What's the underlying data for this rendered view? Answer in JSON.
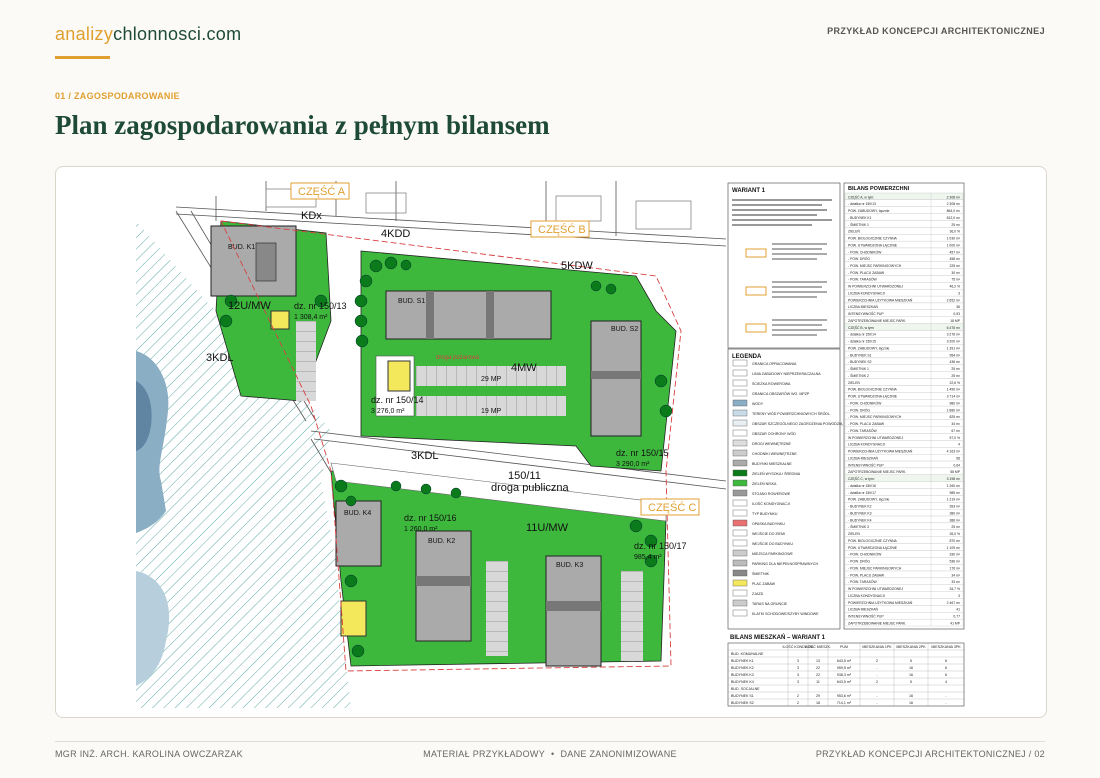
{
  "brand": {
    "part1": "analizy",
    "part2": "chlonnosci.com"
  },
  "header": {
    "right_label": "PRZYKŁAD KONCEPCJI ARCHITEKTONICZNEJ"
  },
  "section": {
    "label": "01 / ZAGOSPODAROWANIE"
  },
  "page": {
    "title": "Plan zagospodarowania z pełnym bilansem"
  },
  "plan": {
    "parts": {
      "a": "CZĘŚĆ A",
      "b": "CZĘŚĆ B",
      "c": "CZĘŚĆ C"
    },
    "roads": {
      "kdx": "KDx",
      "kdd": "4KDD",
      "kdw": "5KDW",
      "kdl_left": "3KDL",
      "kdl_mid": "3KDL",
      "mw12": "12U/MW",
      "mw4": "4MW",
      "mw11": "11U/MW",
      "public_road_num": "150/11",
      "public_road": "droga publiczna",
      "internal_road": "droga pożarowa"
    },
    "plots": {
      "p1": "dz. nr 150/13",
      "p1_area": "1 308,4 m²",
      "p2": "dz. nr 150/14",
      "p2_area": "3 276,0 m²",
      "p3": "dz. nr 150/15",
      "p3_area": "3 290,0 m²",
      "p4": "dz. nr 150/16",
      "p4_area": "1 260,0 m²",
      "p5": "dz. nr 150/17",
      "p5_area": "985,4 m²"
    },
    "buildings": {
      "k1": "BUD. K1",
      "s1": "BUD. S1",
      "s2": "BUD. S2",
      "k4": "BUD. K4",
      "k2": "BUD. K2",
      "k3": "BUD. K3"
    },
    "parking": {
      "p1": "29 MP",
      "p2": "19 MP"
    },
    "variant_title": "WARIANT 1",
    "legend_title": "LEGENDA",
    "legend_items": [
      "GRANICA OPRACOWANIA",
      "LINIA ZABUDOWY NIEPRZEKRACZALNA",
      "ŚCIEŻKA ROWEROWA",
      "GRANICA OBSZARÓW WG. MPZP",
      "WODY",
      "TERENY WÓD POWIERZCHNIOWYCH ŚRÓDL.",
      "OBSZAR SZCZEGÓLNEGO ZAGROŻENIA POWODZIĄ",
      "OBSZAR OCHRONY WÓD",
      "DROGI WEWNĘTRZNE",
      "CHODNIKI WEWNĘTRZNE",
      "BUDYNKI MIESZKALNE",
      "ZIELEŃ WYSOKA I ŚREDNIA",
      "ZIELEŃ NISKA",
      "STOJAKI ROWEROWE",
      "ILOŚĆ KONDYGNACJI",
      "TYP BUDYNKU",
      "OPASKA BUDYNKU",
      "WEJŚCIE DO ZIEMI",
      "WEJŚCIE DO BUDYNKU",
      "MIEJSCA PARKINGOWE",
      "PARKING DLA NIEPEŁNOSPRAWNYCH",
      "ŚMIETNIK",
      "PLAC ZABAW",
      "ZJAZD",
      "TARAS NA GRUNCIE",
      "KLATKI SCHODOWE/SZYBY WINDOWE"
    ],
    "balance_title": "BILANS POWIERZCHNI",
    "balance_rows": [
      [
        "CZĘŚĆ A, w tym:",
        "2 308 m²"
      ],
      [
        "- działka nr 150/13",
        "2 308 m²"
      ],
      [
        "POW. ZABUDOWY, łącznie",
        "864,0 m²"
      ],
      [
        "- BUDYNEK K1",
        "812,0 m²"
      ],
      [
        "- ŚMIETNIK 1",
        "25 m²"
      ],
      [
        "ZIELEŃ",
        "36,0 %"
      ],
      [
        "POW. BIOLOGICZNIE CZYNNA",
        "1 030 m²"
      ],
      [
        "POW. UTWARDZONA ŁĄCZNIE",
        "1 000 m²"
      ],
      [
        "- POW. CHODNIKÓW",
        "457 m²"
      ],
      [
        "- POW. DRÓG",
        "458 m²"
      ],
      [
        "- POW. MIEJSC PARKINGOWYCH",
        "225 m²"
      ],
      [
        "- POW. PLACU ZABAW",
        "30 m²"
      ],
      [
        "- POW. TARASÓW",
        "75 m²"
      ],
      [
        "W POWIERZCHNI UTWARDZONEJ",
        "46,2 %"
      ],
      [
        "LICZBA KONDYGNACJI",
        "3"
      ],
      [
        "POWIERZCHNIA UŻYTKOWA MIESZKAŃ",
        "2 652 m²"
      ],
      [
        "LICZBA MIESZKAŃ",
        "36"
      ],
      [
        "INTENSYWNOŚĆ PUP",
        "0,93"
      ],
      [
        "ZAPOTRZEBOWANIE MIEJSC PARK.",
        "18 MP"
      ],
      [
        "CZĘŚĆ B, w tym:",
        "6 476 m²"
      ],
      [
        "- działka nr 150/14",
        "3 276 m²"
      ],
      [
        "- działka nr 150/15",
        "3 200 m²"
      ],
      [
        "POW. ZABUDOWY, łącznie",
        "1 391 m²"
      ],
      [
        "- BUDYNEK S1",
        "954 m²"
      ],
      [
        "- BUDYNEK S2",
        "436 m²"
      ],
      [
        "- ŚMIETNIK 1",
        "25 m²"
      ],
      [
        "- ŚMIETNIK 2",
        "25 m²"
      ],
      [
        "ZIELEŃ",
        "22,6 %"
      ],
      [
        "POW. BIOLOGICZNIE CZYNNA",
        "1 490 m²"
      ],
      [
        "POW. UTWARDZONA ŁĄCZNIE",
        "3 714 m²"
      ],
      [
        "- POW. CHODNIKÓW",
        "980 m²"
      ],
      [
        "- POW. DRÓG",
        "1 880 m²"
      ],
      [
        "- POW. MIEJSC PARKINGOWYCH",
        "825 m²"
      ],
      [
        "- POW. PLACU ZABAW",
        "34 m²"
      ],
      [
        "- POW. TARASÓW",
        "67 m²"
      ],
      [
        "W POWIERZCHNI UTWARDZONEJ",
        "57,0 %"
      ],
      [
        "LICZBA KONDYGNACJI",
        "4"
      ],
      [
        "POWIERZCHNIA UŻYTKOWA MIESZKAŃ",
        "4 163 m²"
      ],
      [
        "LICZBA MIESZKAŃ",
        "58"
      ],
      [
        "INTENSYWNOŚĆ PUP",
        "0,64"
      ],
      [
        "ZAPOTRZEBOWANIE MIEJSC PARK.",
        "58 MP"
      ],
      [
        "CZĘŚĆ C, w tym:",
        "3 198 m²"
      ],
      [
        "- działka nr 150/16",
        "1 260 m²"
      ],
      [
        "- działka nr 150/17",
        "985 m²"
      ],
      [
        "POW. ZABUDOWY, łącznie",
        "1 219 m²"
      ],
      [
        "- BUDYNEK K2",
        "393 m²"
      ],
      [
        "- BUDYNEK K3",
        "380 m²"
      ],
      [
        "- BUDYNEK K4",
        "386 m²"
      ],
      [
        "- ŚMIETNIK 3",
        "25 m²"
      ],
      [
        "ZIELEŃ",
        "26,0 %"
      ],
      [
        "POW. BIOLOGICZNIE CZYNNA",
        "870 m²"
      ],
      [
        "POW. UTWARDZONA ŁĄCZNIE",
        "1 109 m²"
      ],
      [
        "- POW. CHODNIKÓW",
        "330 m²"
      ],
      [
        "- POW. DRÓG",
        "536 m²"
      ],
      [
        "- POW. MIEJSC PARKINGOWYCH",
        "176 m²"
      ],
      [
        "- POW. PLACU ZABAW",
        "34 m²"
      ],
      [
        "- POW. TARASÓW",
        "33 m²"
      ],
      [
        "W POWIERZCHNI UTWARDZONEJ",
        "34,7 %"
      ],
      [
        "LICZBA KONDYGNACJI",
        "3"
      ],
      [
        "POWIERZCHNIA UŻYTKOWA MIESZKAŃ",
        "2 467 m²"
      ],
      [
        "LICZBA MIESZKAŃ",
        "41"
      ],
      [
        "INTENSYWNOŚĆ PUP",
        "0,77"
      ],
      [
        "ZAPOTRZEBOWANIE MIEJSC PARK.",
        "41 MP"
      ]
    ],
    "apartments_title": "BILANS MIESZKAŃ – WARIANT 1",
    "apartments_headers": [
      "",
      "ILOŚĆ KONDYGN.",
      "ILOŚĆ MIESZK.",
      "PUM",
      "MIESZKANIA 1PK",
      "MIESZKANIA 2PK",
      "MIESZKANIA 3PK"
    ],
    "apartments_rows": [
      [
        "BUD. KOMUNALNE",
        "",
        "",
        "",
        "",
        "",
        ""
      ],
      [
        "BUDYNEK K1",
        "3",
        "13",
        "643,5 m²",
        "2",
        "5",
        "6"
      ],
      [
        "BUDYNEK K2",
        "3",
        "22",
        "959,5 m²",
        "-",
        "16",
        "6"
      ],
      [
        "BUDYNEK K3",
        "3",
        "22",
        "938,3 m²",
        "-",
        "16",
        "6"
      ],
      [
        "BUDYNEK K4",
        "3",
        "11",
        "643,5 m²",
        "2",
        "5",
        "4"
      ],
      [
        "BUD. SOCJALNE",
        "",
        "",
        "",
        "",
        "",
        ""
      ],
      [
        "BUDYNEK S1",
        "2",
        "29",
        "953,6 m²",
        "-",
        "16",
        "-"
      ],
      [
        "BUDYNEK S2",
        "2",
        "18",
        "714,1 m²",
        "-",
        "16",
        "-"
      ]
    ]
  },
  "footer": {
    "left": "MGR INŻ. ARCH. KAROLINA OWCZARZAK",
    "center_a": "MATERIAŁ PRZYKŁADOWY",
    "center_b": "DANE ZANONIMIZOWANE",
    "right": "PRZYKŁAD KONCEPCJI ARCHITEKTONICZNEJ  /  02"
  }
}
